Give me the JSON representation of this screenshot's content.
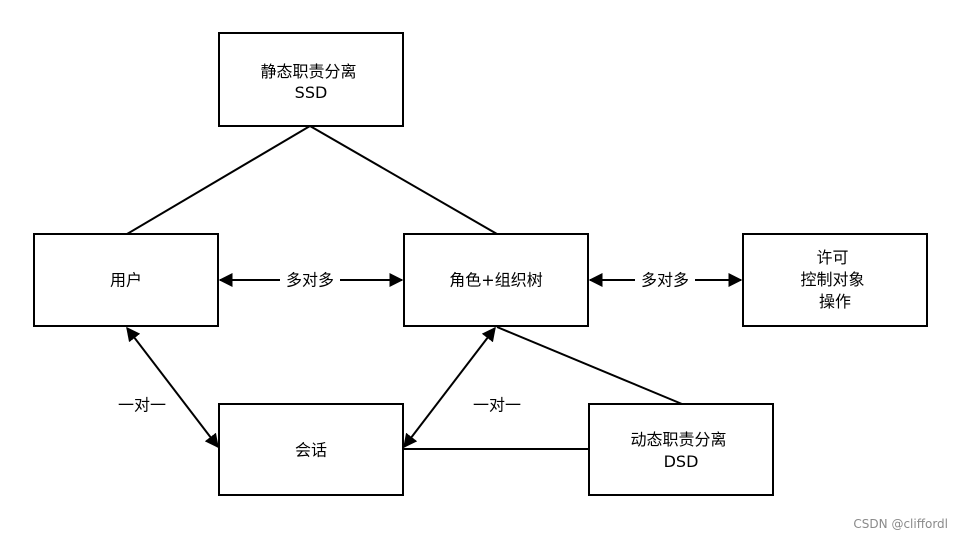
{
  "diagram": {
    "nodes": {
      "ssd": {
        "lines": [
          "静态职责分离",
          "SSD"
        ]
      },
      "user": {
        "lines": [
          "用户"
        ]
      },
      "role": {
        "lines": [
          "角色+组织树"
        ]
      },
      "permission": {
        "lines": [
          "许可",
          "控制对象",
          "操作"
        ]
      },
      "session": {
        "lines": [
          "会话"
        ]
      },
      "dsd": {
        "lines": [
          "动态职责分离",
          "DSD"
        ]
      }
    },
    "edges": {
      "user_role": {
        "label": "多对多"
      },
      "role_permission": {
        "label": "多对多"
      },
      "user_session": {
        "label": "一对一"
      },
      "session_role": {
        "label": "一对一"
      }
    }
  },
  "watermark": "CSDN @cliffordl",
  "colors": {
    "stroke": "#000000",
    "background": "#ffffff",
    "watermark": "#8a8a8a"
  }
}
